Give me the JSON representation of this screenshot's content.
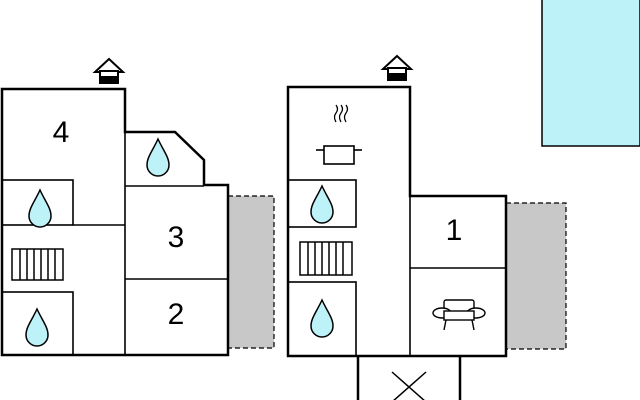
{
  "colors": {
    "wall": "#000000",
    "water": "#bdf2f8",
    "terrace": "#c8c8c8",
    "pool": "#bdf2f8",
    "background": "#ffffff"
  },
  "left_floor": {
    "rooms": [
      {
        "label": "4",
        "icon": "bedroom-number"
      },
      {
        "label": "3",
        "icon": "bedroom-number"
      },
      {
        "label": "2",
        "icon": "bedroom-number"
      }
    ],
    "icons": [
      "chimney-entrance-icon",
      "water-drop-icon",
      "water-drop-icon",
      "water-drop-icon",
      "radiator-icon"
    ]
  },
  "right_floor": {
    "rooms": [
      {
        "label": "1",
        "icon": "bedroom-number"
      }
    ],
    "icons": [
      "chimney-entrance-icon",
      "cooking-pot-icon",
      "water-drop-icon",
      "water-drop-icon",
      "radiator-icon",
      "sofa-icon",
      "crossed-box-icon"
    ]
  },
  "pool": {
    "present": true
  },
  "terraces": {
    "count": 2
  }
}
